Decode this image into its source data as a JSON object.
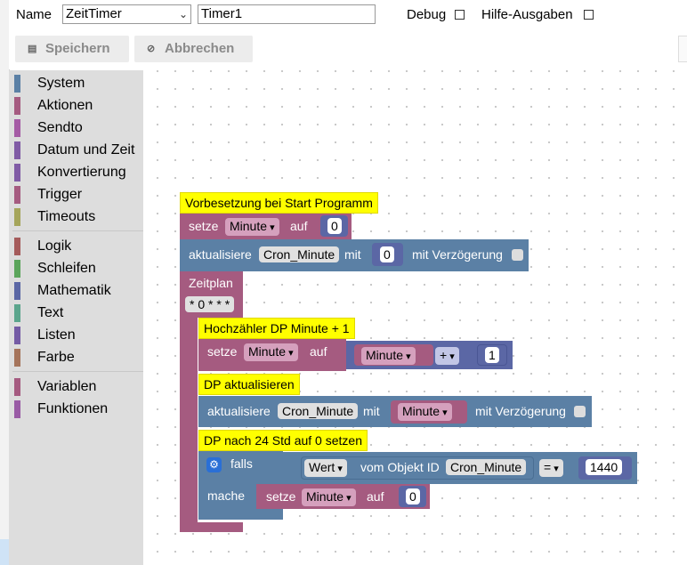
{
  "header": {
    "name_label": "Name",
    "type_select_value": "ZeitTimer",
    "name_input_value": "Timer1",
    "debug_label": "Debug",
    "help_label": "Hilfe-Ausgaben"
  },
  "toolbar": {
    "save_label": "Speichern",
    "cancel_label": "Abbrechen"
  },
  "toolbox": {
    "items": [
      {
        "label": "System",
        "color": "#5b80a5"
      },
      {
        "label": "Aktionen",
        "color": "#a55b80"
      },
      {
        "label": "Sendto",
        "color": "#a55ba5"
      },
      {
        "label": "Datum und Zeit",
        "color": "#805ba5"
      },
      {
        "label": "Konvertierung",
        "color": "#805ba5"
      },
      {
        "label": "Trigger",
        "color": "#a55b80"
      },
      {
        "label": "Timeouts",
        "color": "#a5a55b"
      },
      {
        "label": "Logik",
        "color": "#a55b5b"
      },
      {
        "label": "Schleifen",
        "color": "#5ba55b"
      },
      {
        "label": "Mathematik",
        "color": "#5b67a5"
      },
      {
        "label": "Text",
        "color": "#5ba58c"
      },
      {
        "label": "Listen",
        "color": "#745ba5"
      },
      {
        "label": "Farbe",
        "color": "#a5745b"
      },
      {
        "label": "Variablen",
        "color": "#a55b80"
      },
      {
        "label": "Funktionen",
        "color": "#995ba5"
      }
    ]
  },
  "blocks": {
    "comment_init": "Vorbesetzung bei Start Programm",
    "setze": "setze",
    "auf": "auf",
    "var_minute": "Minute",
    "num_zero": "0",
    "aktualisiere": "aktualisiere",
    "state_cron": "Cron_Minute",
    "mit": "mit",
    "mit_verzoegerung": "mit Verzögerung",
    "zeitplan": "Zeitplan",
    "cron_expr": "* 0 * * *",
    "comment_counter": "Hochzähler DP Minute + 1",
    "op_plus": "+",
    "num_one": "1",
    "comment_update": "DP aktualisieren",
    "comment_reset": "DP nach 24 Std auf 0 setzen",
    "falls": "falls",
    "mache": "mache",
    "wert": "Wert",
    "vom_objekt_id": "vom Objekt ID",
    "op_eq": "=",
    "num_1440": "1440"
  },
  "colors": {
    "variables": "#a55b80",
    "system": "#5b80a5",
    "logic": "#5b80a5",
    "comment": "#ffff00"
  }
}
